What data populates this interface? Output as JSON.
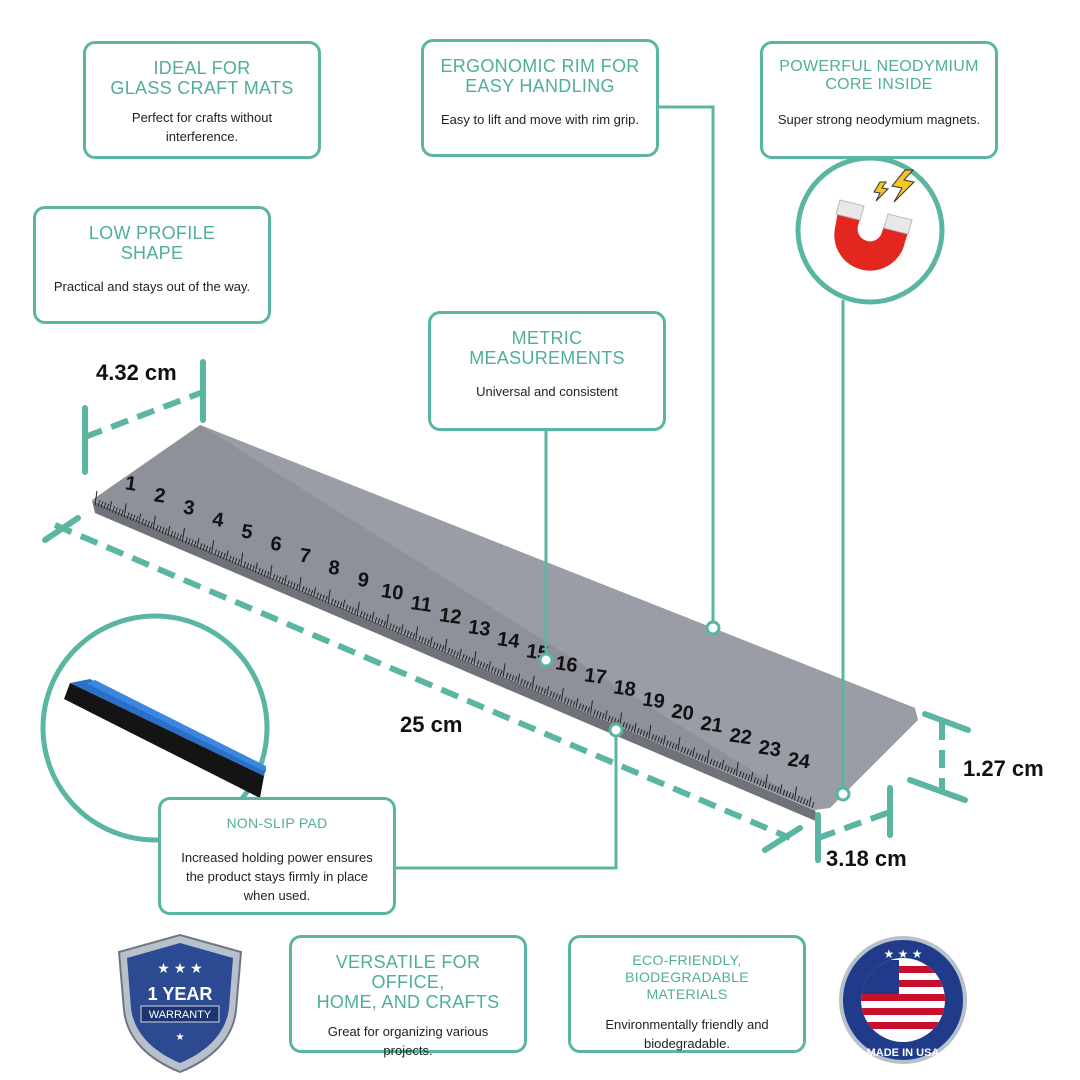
{
  "accent_color": "#5ab5a2",
  "features": {
    "glass_mats": {
      "title_line1": "IDEAL FOR",
      "title_line2": "GLASS CRAFT MATS",
      "body": "Perfect for crafts without interference."
    },
    "ergonomic": {
      "title_line1": "ERGONOMIC RIM FOR",
      "title_line2": "EASY HANDLING",
      "body": "Easy to lift and move with rim grip."
    },
    "neodymium": {
      "title_line1": "POWERFUL NEODYMIUM",
      "title_line2": "CORE INSIDE",
      "body": "Super strong neodymium magnets."
    },
    "low_profile": {
      "title_line1": "LOW PROFILE",
      "title_line2": "SHAPE",
      "body": "Practical and stays out of the way."
    },
    "metric": {
      "title_line1": "METRIC",
      "title_line2": "MEASUREMENTS",
      "body": "Universal and consistent"
    },
    "non_slip": {
      "title_line1": "NON-SLIP PAD",
      "body": "Increased holding power ensures the product stays firmly in place when used."
    },
    "versatile": {
      "title_line1": "VERSATILE FOR OFFICE,",
      "title_line2": "HOME, AND CRAFTS",
      "body": "Great for organizing various projects."
    },
    "eco": {
      "title_line1": "ECO-FRIENDLY,",
      "title_line2": "BIODEGRADABLE MATERIALS",
      "body": "Environmentally friendly and biodegradable."
    }
  },
  "dimensions": {
    "width": "4.32 cm",
    "length": "25 cm",
    "height": "1.27 cm",
    "depth": "3.18 cm"
  },
  "ruler_numbers": [
    "1",
    "2",
    "3",
    "4",
    "5",
    "6",
    "7",
    "8",
    "9",
    "10",
    "11",
    "12",
    "13",
    "14",
    "15",
    "16",
    "17",
    "18",
    "19",
    "20",
    "21",
    "22",
    "23",
    "24"
  ],
  "badges": {
    "warranty_line1": "1 YEAR",
    "warranty_line2": "WARRANTY",
    "made_in_usa": "MADE IN USA"
  },
  "icons": [
    "magnet-icon",
    "lightning-icon",
    "warranty-shield-icon",
    "usa-flag-icon",
    "non-slip-pad-icon"
  ]
}
